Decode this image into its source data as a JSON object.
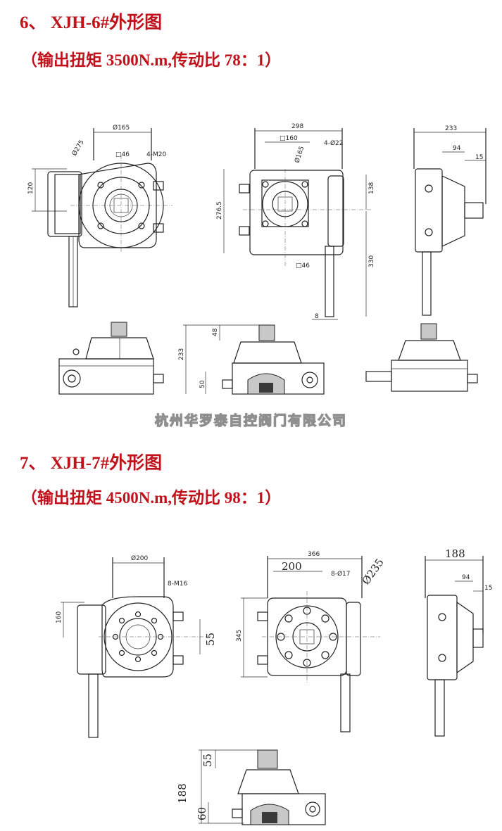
{
  "section6": {
    "title": "6、  XJH-6#外形图",
    "subtitle": "（输出扭矩 3500N.m,传动比 78：1）",
    "dims": {
      "d165a": "Ø165",
      "d275": "Ø275",
      "sq46a": "□46",
      "m20": "4-M20",
      "h120": "120",
      "w298": "298",
      "sq160": "□160",
      "d165b": "Ø165",
      "d22": "4-Ø22",
      "h276": "276.5",
      "h138": "138",
      "h330": "330",
      "sq46b": "□46",
      "w8": "8",
      "w233": "233",
      "w94": "94",
      "w15": "15",
      "h48": "48",
      "h233": "233",
      "h50": "50"
    }
  },
  "watermark": "杭州华罗泰自控阀门有限公司",
  "section7": {
    "title": "7、  XJH-7#外形图",
    "subtitle": "（输出扭矩 4500N.m,传动比 98：1）",
    "dims": {
      "d200a": "Ø200",
      "m16": "8-M16",
      "h160": "160",
      "h55a": "55",
      "w366": "366",
      "w200": "200",
      "d17": "8-Ø17",
      "d235": "Ø235",
      "h345": "345",
      "w188": "188",
      "w94": "94",
      "w15": "15",
      "h55b": "55",
      "h188": "188",
      "h60": "60"
    }
  }
}
